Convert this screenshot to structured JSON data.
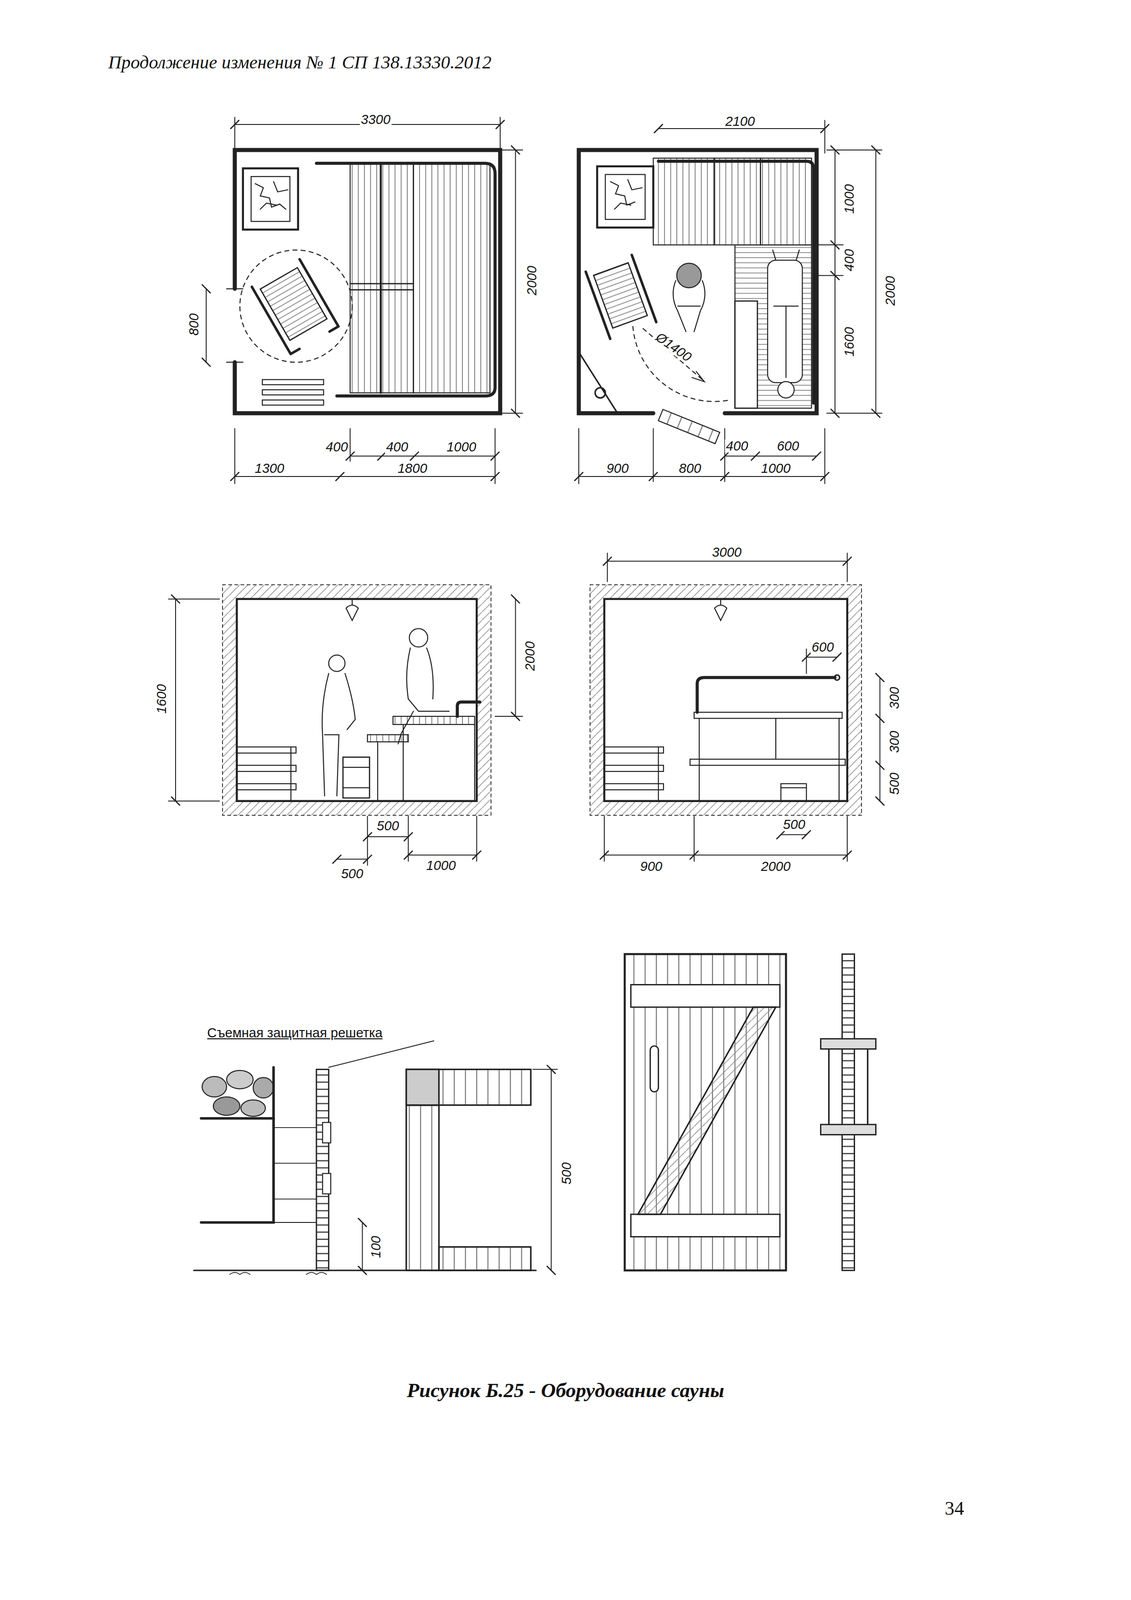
{
  "diagram": {
    "caption": "Рисунок Б.25 - Оборудование сауны",
    "labels": [
      "Продолжение изменения № 1 СП 138.13330.2012",
      "3300",
      "800",
      "2000",
      "400",
      "400",
      "1000",
      "1300",
      "1800",
      "2100",
      "1000",
      "400",
      "2000",
      "1600",
      "Ø1400",
      "400",
      "600",
      "900",
      "800",
      "1000",
      "1600",
      "2000",
      "500",
      "500",
      "1000",
      "3000",
      "600",
      "300",
      "300",
      "500",
      "500",
      "900",
      "2000",
      "Съемная защитная решетка",
      "100",
      "500",
      "34"
    ]
  }
}
